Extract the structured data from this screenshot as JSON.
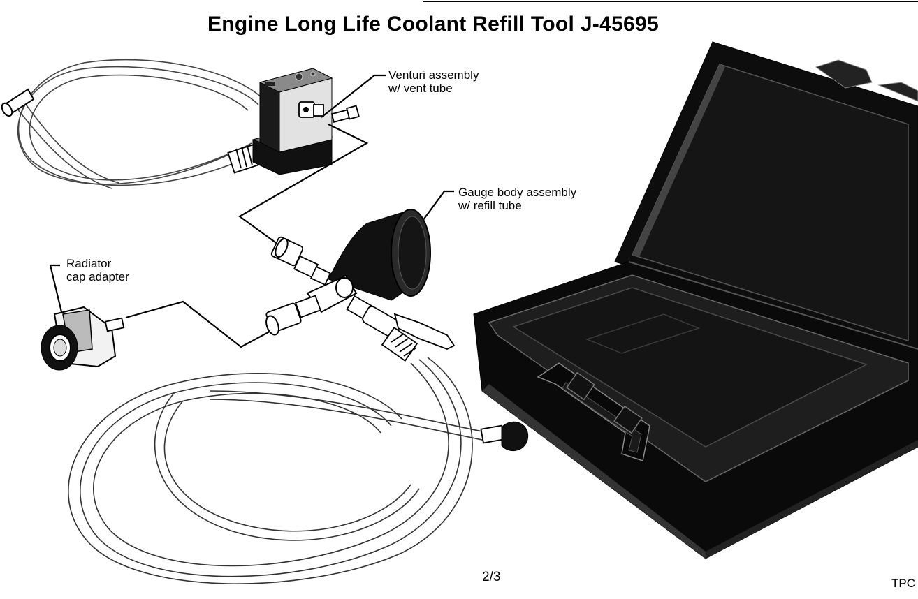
{
  "title": "Engine Long Life Coolant Refill Tool J-45695",
  "labels": {
    "venturi": "Venturi assembly\nw/ vent tube",
    "gauge": "Gauge body assembly\nw/ refill tube",
    "radiator": "Radiator\ncap adapter"
  },
  "page_number": "2/3",
  "code": "TPC"
}
